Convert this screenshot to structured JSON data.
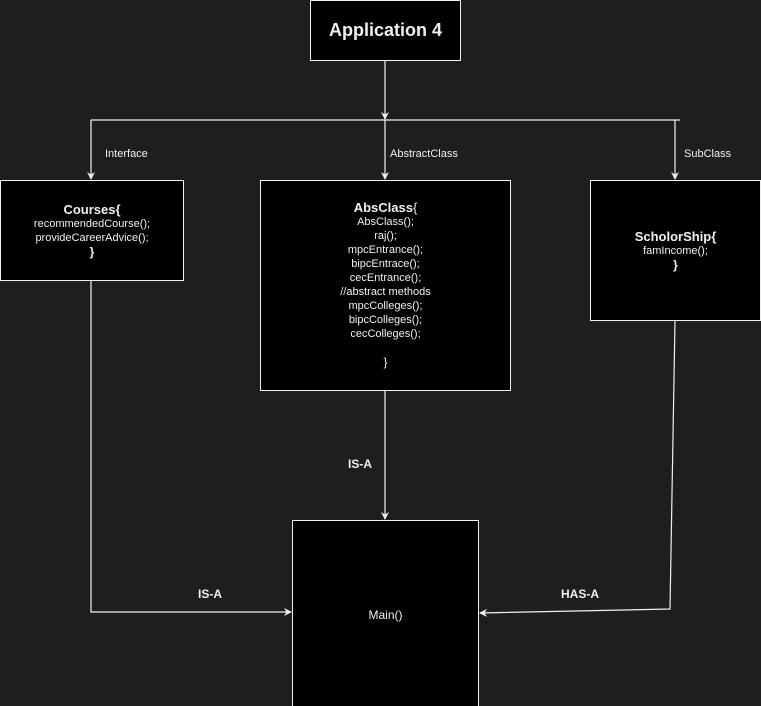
{
  "colors": {
    "background": "#1e1e1e",
    "node_fill": "#000000",
    "stroke": "#f0f0f0",
    "text": "#f0f0f0"
  },
  "app": {
    "title": "Application 4"
  },
  "courses": {
    "title": "Courses",
    "title_brace": "{",
    "methods": [
      "recommendedCourse();",
      "provideCareerAdvice();"
    ],
    "close": "}"
  },
  "abs": {
    "title": "AbsClass",
    "title_brace": "{",
    "members": [
      "AbsClass();",
      "raj();",
      "mpcEntrance();",
      "bipcEntrace();",
      "cecEntrance();",
      "//abstract methods",
      "mpcColleges();",
      "bipcColleges();",
      "cecColleges();"
    ],
    "close": "}"
  },
  "scholarship": {
    "title": "ScholorShip",
    "title_brace": "{",
    "methods": [
      "famIncome();"
    ],
    "close": "}"
  },
  "main": {
    "label": "Main()"
  },
  "edge_labels": {
    "interface": "Interface",
    "abstract_class": "AbstractClass",
    "sub_class": "SubClass",
    "is_a_center": "IS-A",
    "is_a_left": "IS-A",
    "has_a": "HAS-A"
  }
}
